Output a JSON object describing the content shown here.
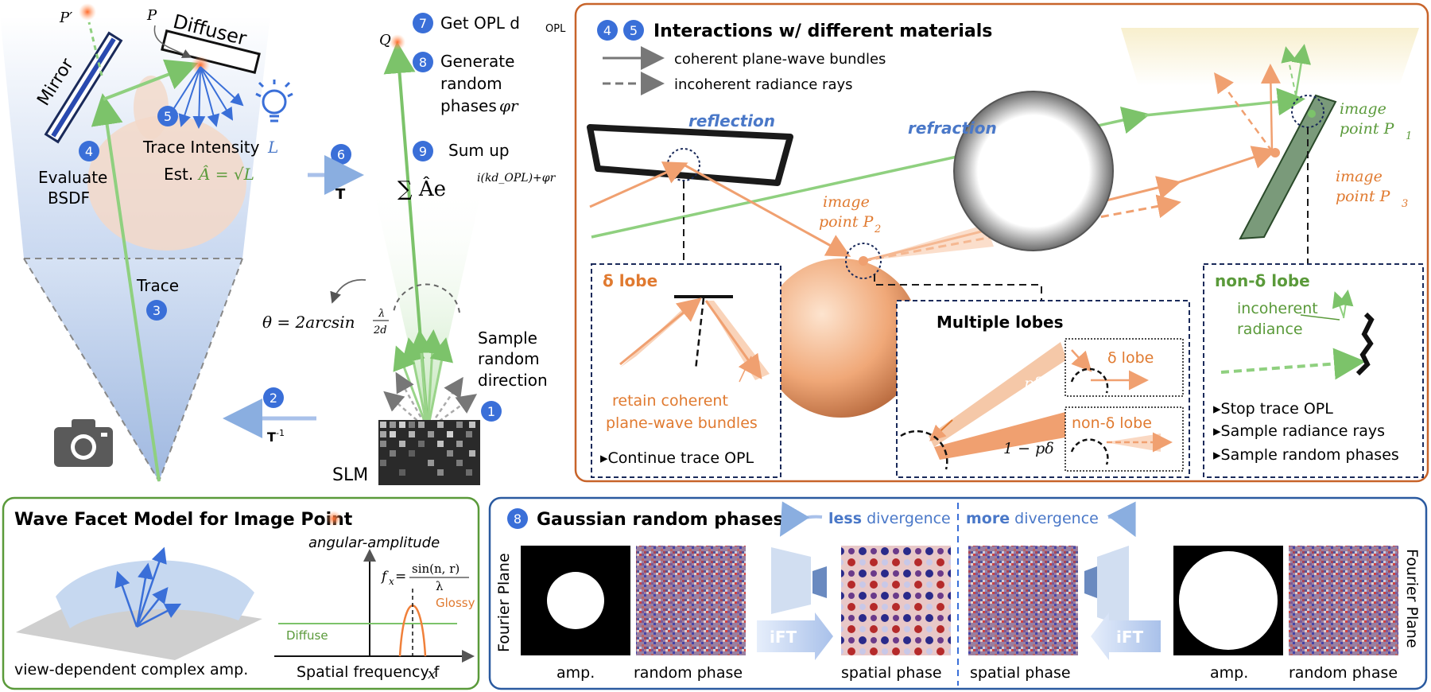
{
  "left": {
    "p_prime": "P′",
    "p": "P",
    "diffuser": "Diffuser",
    "mirror": "Mirror",
    "step5": "5",
    "trace_intensity": "Trace Intensity",
    "L": "L",
    "est_prefix": "Est.",
    "est_formula": "Â = √L",
    "step4": "4",
    "evaluate": "Evaluate",
    "bsdf": "BSDF",
    "trace": "Trace",
    "step3": "3",
    "step6": "6",
    "T": "T",
    "step2": "2",
    "Tinv": "T",
    "Tinv_sup": "-1",
    "Q": "Q",
    "step7": "7",
    "get_opl": "Get OPL d",
    "opl_sub": "OPL",
    "step8": "8",
    "generate": "Generate",
    "random": "random",
    "phases": "phases",
    "phi_r": "φr",
    "step9": "9",
    "sum_up": "Sum up",
    "sum_formula": "∑ Âe",
    "sum_exp": "i(kd_OPL)+φr",
    "theta": "θ = 2arcsin",
    "lambda": "λ",
    "two_d": "2d",
    "sample": "Sample",
    "random2": "random",
    "direction": "direction",
    "step1": "1",
    "slm": "SLM"
  },
  "right_panel": {
    "badge4": "4",
    "badge5": "5",
    "title": "Interactions w/ different materials",
    "legend_solid": "coherent plane-wave bundles",
    "legend_dashed": "incoherent radiance rays",
    "reflection": "reflection",
    "refraction": "refraction",
    "image_point_p2_a": "image",
    "image_point_p2_b": "point P",
    "p2_sub": "2",
    "image_point_p1_a": "image",
    "image_point_p1_b": "point P",
    "p1_sub": "1",
    "image_point_p3_a": "image",
    "image_point_p3_b": "point P",
    "p3_sub": "3",
    "delta_lobe_title": "δ lobe",
    "retain_a": "retain coherent",
    "retain_b": "plane-wave bundles",
    "continue_trace": "▸Continue trace OPL",
    "multiple_lobes": "Multiple lobes",
    "sample_bsdf": "sample BSDF",
    "p_delta": "pδ",
    "one_minus": "1 − pδ",
    "delta_lobe_small": "δ lobe",
    "non_delta_lobe_small": "non-δ lobe",
    "nondelta_title": "non-δ lobe",
    "incoherent": "incoherent",
    "radiance": "radiance",
    "stop_trace": "▸Stop trace OPL",
    "sample_rays": "▸Sample radiance rays",
    "sample_phases": "▸Sample random phases"
  },
  "wave_facet": {
    "title": "Wave Facet Model for Image Point",
    "angular_amplitude": "angular-amplitude",
    "fx_eq": "f",
    "fx_num": "sin(n, r)",
    "fx_den": "λ",
    "glossy": "Glossy",
    "diffuse": "Diffuse",
    "caption": "view-dependent complex amp.",
    "xaxis": "Spatial frequency f"
  },
  "gaussian": {
    "badge8": "8",
    "title": "Gaussian random phases",
    "less": "less",
    "less_rest": " divergence",
    "more": "more",
    "more_rest": " divergence",
    "fourier_plane_left": "Fourier Plane",
    "fourier_plane_right": "Fourier Plane",
    "ift_left": "iFT",
    "ift_right": "iFT",
    "cap_amp_left": "amp.",
    "cap_rand_left": "random phase",
    "cap_spatial_left": "spatial phase",
    "cap_spatial_right": "spatial phase",
    "cap_amp_right": "amp.",
    "cap_rand_right": "random phase"
  },
  "colors": {
    "blue_badge": "#3a6fd8",
    "green": "#7cc36a",
    "orange": "#f0a070",
    "orange_text": "#e07a30",
    "frame_orange": "#c8642a",
    "frame_green": "#5a9a3a",
    "frame_blue": "#2a5aa0",
    "refl_blue": "#4a78c8"
  }
}
